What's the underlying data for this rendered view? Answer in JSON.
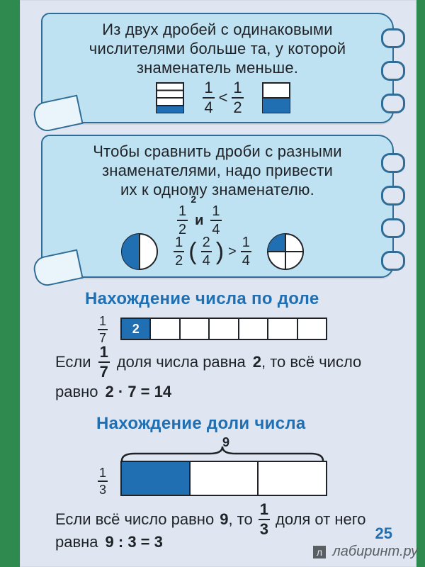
{
  "card1": {
    "lines": [
      "Из двух дробей с одинаковыми",
      "числителями больше та, у которой",
      "знаменатель меньше."
    ],
    "comparison": {
      "left_num": "1",
      "left_den": "4",
      "op": "<",
      "right_num": "1",
      "right_den": "2"
    }
  },
  "card2": {
    "lines": [
      "Чтобы сравнить дроби с разными",
      "знаменателями, надо привести",
      "их к одному знаменателю."
    ],
    "pair": {
      "a_num": "1",
      "a_den": "2",
      "conj": "и",
      "b_num": "1",
      "b_den": "4",
      "mult": "2"
    },
    "comparison": {
      "left_num": "1",
      "left_den": "2",
      "paren_num": "2",
      "paren_den": "4",
      "op": ">",
      "right_num": "1",
      "right_den": "4"
    }
  },
  "section1": {
    "title": "Нахождение числа по доле",
    "strip_fraction": {
      "num": "1",
      "den": "7"
    },
    "strip_filled_label": "2",
    "line1_prefix": "Если",
    "line1_fraction": {
      "num": "1",
      "den": "7"
    },
    "line1_mid": "доля числа равна",
    "line1_value": "2",
    "line1_suffix": ", то всё число",
    "line2_prefix": "равно",
    "line2_expr": "2 · 7 = 14"
  },
  "section2": {
    "title": "Нахождение доли числа",
    "brace_value": "9",
    "bar_fraction": {
      "num": "1",
      "den": "3"
    },
    "line1_prefix": "Если всё число равно",
    "line1_value": "9",
    "line1_mid": ", то",
    "line1_fraction": {
      "num": "1",
      "den": "3"
    },
    "line1_suffix": "доля от него",
    "line2_prefix": "равна",
    "line2_expr": "9 : 3 = 3"
  },
  "footer": {
    "page_number": "25",
    "watermark": "лабиринт.ру"
  },
  "colors": {
    "accent": "#1f6fb2",
    "card_fill": "#bfe2f3",
    "card_border": "#2f6d96",
    "background": "#2f8a4f"
  }
}
